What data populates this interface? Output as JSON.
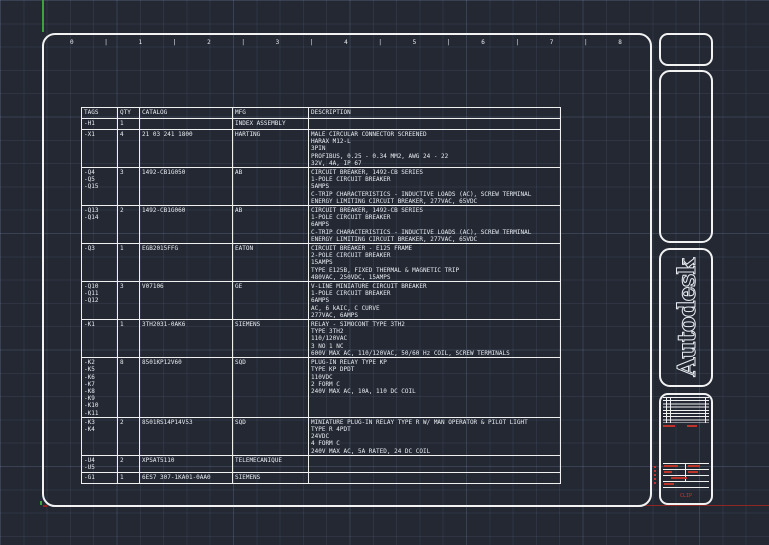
{
  "ruler": {
    "items": [
      "0",
      "|",
      "1",
      "|",
      "2",
      "|",
      "3",
      "|",
      "4",
      "|",
      "5",
      "|",
      "6",
      "|",
      "7",
      "|",
      "8"
    ]
  },
  "table": {
    "headers": [
      "TAGS",
      "QTY",
      "CATALOG",
      "MFG",
      "DESCRIPTION"
    ],
    "rows": [
      {
        "tags": "-H1",
        "qty": "1",
        "catalog": "",
        "mfg": "INDEX ASSEMBLY",
        "description": ""
      },
      {
        "tags": "-X1",
        "qty": "4",
        "catalog": "21 03 241 1800",
        "mfg": "HARTING",
        "description": "MALE CIRCULAR CONNECTOR SCREENED\nHARAX M12-L\n3PIN\nPROFIBUS, 0.25 - 0.34 MM2, AWG 24 - 22\n32V, 4A, IP 67"
      },
      {
        "tags": "-Q4\n-Q5\n-Q15",
        "qty": "3",
        "catalog": "1492-CB1G050",
        "mfg": "AB",
        "description": "CIRCUIT BREAKER, 1492-CB SERIES\n1-POLE CIRCUIT BREAKER\n5AMPS\nC-TRIP CHARACTERISTICS - INDUCTIVE LOADS (AC), SCREW TERMINAL\nENERGY LIMITING CIRCUIT BREAKER, 277VAC, 65VDC"
      },
      {
        "tags": "-Q13\n-Q14",
        "qty": "2",
        "catalog": "1492-CB1G060",
        "mfg": "AB",
        "description": "CIRCUIT BREAKER, 1492-CB SERIES\n1-POLE CIRCUIT BREAKER\n6AMPS\nC-TRIP CHARACTERISTICS - INDUCTIVE LOADS (AC), SCREW TERMINAL\nENERGY LIMITING CIRCUIT BREAKER, 277VAC, 65VDC"
      },
      {
        "tags": "-Q3",
        "qty": "1",
        "catalog": "EGB2015FFG",
        "mfg": "EATON",
        "description": "CIRCUIT BREAKER - E125 FRAME\n2-POLE CIRCUIT BREAKER\n15AMPS\nTYPE E125B, FIXED THERMAL & MAGNETIC TRIP\n480VAC, 250VDC, 15AMPS"
      },
      {
        "tags": "-Q10\n-Q11\n-Q12",
        "qty": "3",
        "catalog": "V07106",
        "mfg": "GE",
        "description": "V-LINE MINIATURE CIRCUIT BREAKER\n1-POLE CIRCUIT BREAKER\n6AMPS\nAC, 6 kAIC, C CURVE\n277VAC, 6AMPS"
      },
      {
        "tags": "-K1",
        "qty": "1",
        "catalog": "3TH2031-0AK6",
        "mfg": "SIEMENS",
        "description": "RELAY - SIMOCONT TYPE 3TH2\nTYPE 3TH2\n110/120VAC\n3 NO 1 NC\n600V MAX AC, 110/120VAC, 50/60 Hz COIL, SCREW TERMINALS"
      },
      {
        "tags": "-K2\n-K5\n-K6\n-K7\n-K8\n-K9\n-K10\n-K11",
        "qty": "8",
        "catalog": "8501KP12V60",
        "mfg": "SQD",
        "description": "PLUG-IN RELAY TYPE KP\nTYPE KP DPDT\n110VDC\n2 FORM C\n240V MAX AC, 10A, 110 DC COIL"
      },
      {
        "tags": "-K3\n-K4",
        "qty": "2",
        "catalog": "8501RS14P14V53",
        "mfg": "SQD",
        "description": "MINIATURE PLUG-IN RELAY TYPE R W/ MAN OPERATOR & PILOT LIGHT\nTYPE R 4PDT\n24VDC\n4 FORM C\n240V MAX AC, 5A RATED, 24 DC COIL"
      },
      {
        "tags": "-U4\n-U5",
        "qty": "2",
        "catalog": "XPSAT5110",
        "mfg": "TELEMECANIQUE",
        "description": ""
      },
      {
        "tags": "-G1",
        "qty": "1",
        "catalog": "6ES7 307-1KA01-0AA0",
        "mfg": "SIEMENS",
        "description": ""
      }
    ]
  },
  "side": {
    "brand": "Autodesk",
    "stamp_label": "CLIP"
  },
  "colors": {
    "background": "#232833",
    "line": "#f2f2f2",
    "red": "#bd342b",
    "green": "#3aa43a"
  }
}
